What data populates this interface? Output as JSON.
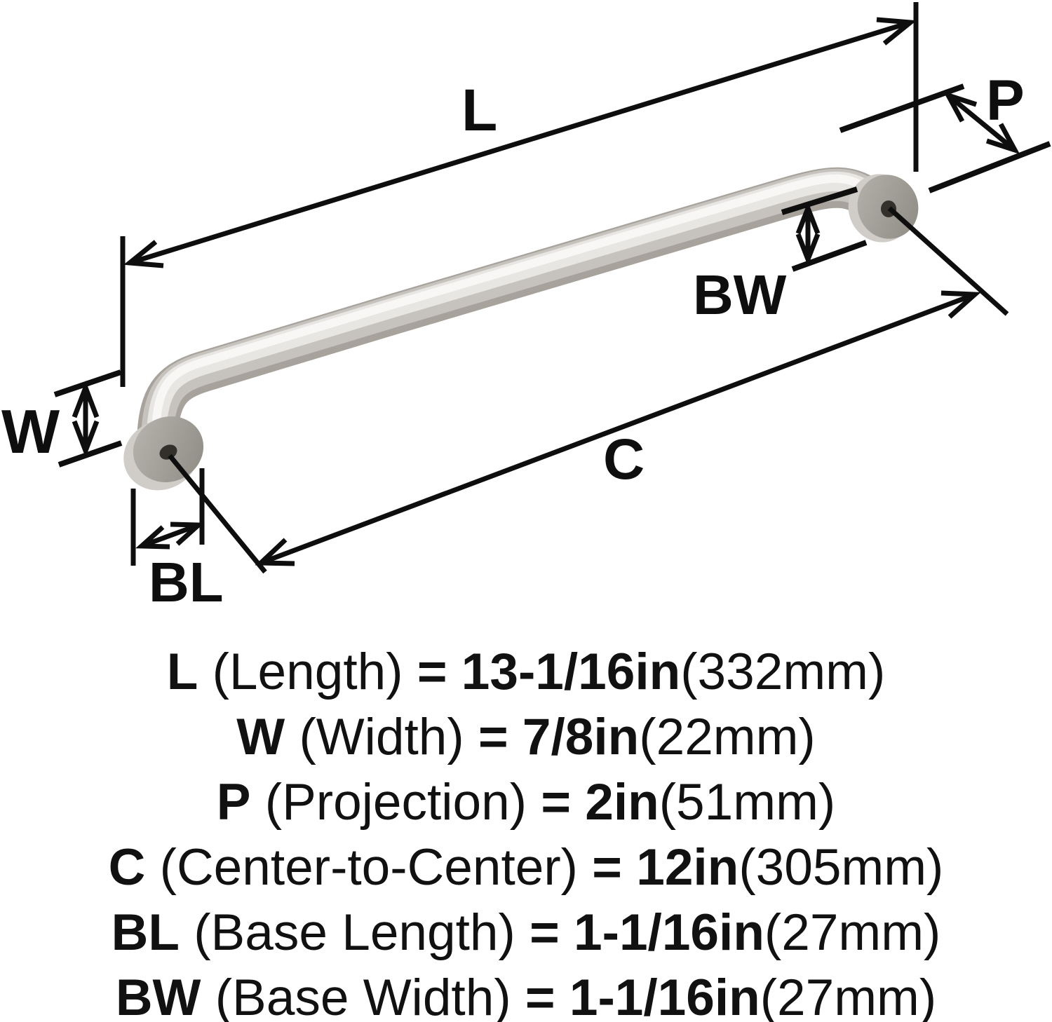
{
  "diagram": {
    "labels": {
      "length": "L",
      "width": "W",
      "projection": "P",
      "center_to_center": "C",
      "base_length": "BL",
      "base_width": "BW"
    },
    "colors": {
      "line": "#0e0e0e",
      "metal_dark": "#a7a29b",
      "metal_mid": "#c6c3be",
      "metal_light": "#e8e6e2",
      "metal_highlight": "#f8f7f5",
      "base_rim": "#d0cdc8",
      "base_face_light": "#b9b5af",
      "base_face_dark": "#8d8983",
      "hole": "#332f2a"
    }
  },
  "specs": {
    "rows": [
      {
        "label": "L",
        "desc": "(Length)",
        "eq": "=",
        "imperial": "13-1/16in",
        "metric": "(332mm)"
      },
      {
        "label": "W",
        "desc": "(Width)",
        "eq": "=",
        "imperial": "7/8in",
        "metric": "(22mm)"
      },
      {
        "label": "P",
        "desc": "(Projection)",
        "eq": "=",
        "imperial": "2in",
        "metric": "(51mm)"
      },
      {
        "label": "C",
        "desc": "(Center-to-Center)",
        "eq": "=",
        "imperial": "12in",
        "metric": "(305mm)"
      },
      {
        "label": "BL",
        "desc": "(Base Length)",
        "eq": "=",
        "imperial": "1-1/16in",
        "metric": "(27mm)"
      },
      {
        "label": "BW",
        "desc": "(Base Width)",
        "eq": "=",
        "imperial": "1-1/16in",
        "metric": "(27mm)"
      }
    ]
  }
}
